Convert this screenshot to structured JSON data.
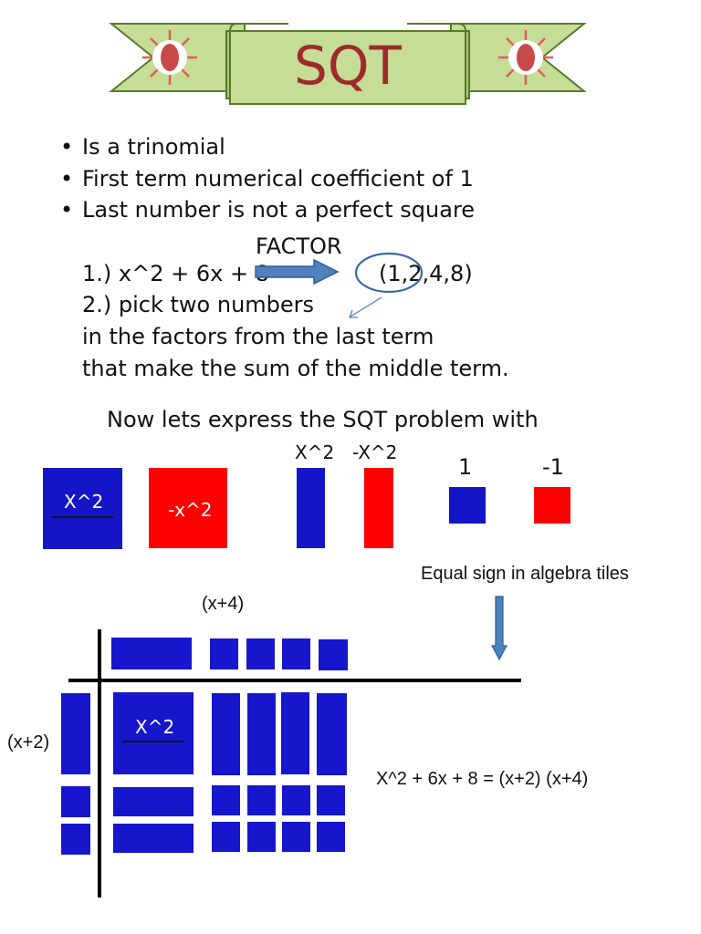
{
  "banner": {
    "title": "SQT"
  },
  "bullets": [
    "Is a trinomial",
    "First term numerical coefficient of 1",
    "Last number is not a perfect square"
  ],
  "steps": {
    "factor_label": "FACTOR",
    "line1_expr": "1.) x^2 + 6x + 8",
    "line1_factors": "(1,2,4,8)",
    "line2": "2.) pick two numbers",
    "line3": "in the factors from the last term",
    "line4": "that make the sum of the middle term."
  },
  "tiles": {
    "heading": "Now lets express the SQT problem with",
    "big_pos_label": "X^2",
    "big_neg_label": "-x^2",
    "long_pos_label": "X^2",
    "long_neg_label": "-X^2",
    "unit_pos_label": "1",
    "unit_neg_label": "-1",
    "colors": {
      "positive": "#1515c8",
      "negative": "#ff0000"
    }
  },
  "grid": {
    "equal_sign_label": "Equal sign in algebra tiles",
    "top_factor": "(x+4)",
    "side_factor": "(x+2)",
    "inner_label": "X^2",
    "equation": "X^2 + 6x + 8 = (x+2) (x+4)"
  }
}
